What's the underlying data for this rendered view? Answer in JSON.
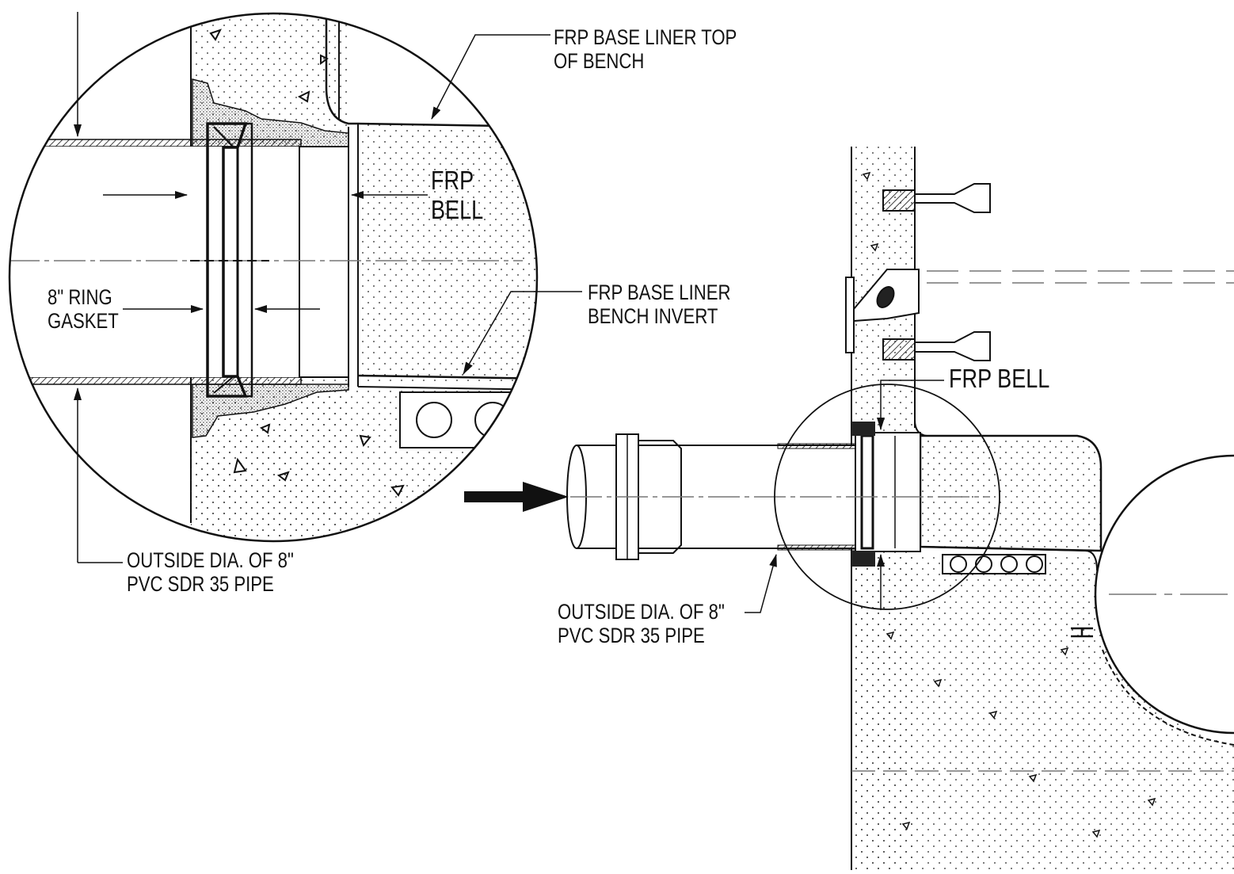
{
  "labels": {
    "top_of_bench": [
      "FRP BASE LINER TOP",
      "OF BENCH"
    ],
    "frp_bell_detail": [
      "FRP",
      "BELL"
    ],
    "ring_gasket": [
      "8\" RING",
      "GASKET"
    ],
    "bench_invert": [
      "FRP BASE LINER",
      "BENCH INVERT"
    ],
    "pipe_od_detail": [
      "OUTSIDE DIA. OF 8\"",
      "PVC SDR 35 PIPE"
    ],
    "frp_bell_main": "FRP BELL",
    "pipe_od_main": [
      "OUTSIDE DIA. OF 8\"",
      "PVC SDR 35 PIPE"
    ]
  },
  "colors": {
    "line": "#111111",
    "background": "#ffffff",
    "centerline": "#777777"
  }
}
